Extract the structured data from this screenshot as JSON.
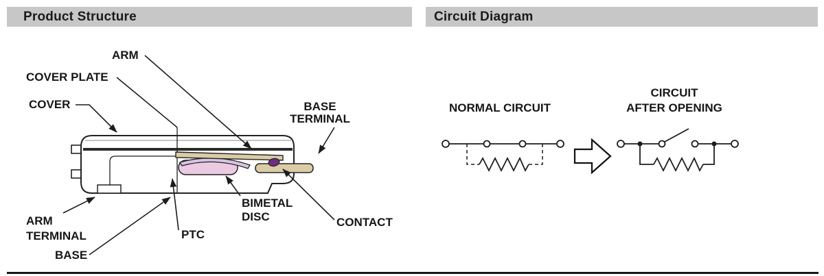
{
  "header": {
    "left_title": "Product Structure",
    "right_title": "Circuit Diagram"
  },
  "product_structure": {
    "labels": {
      "arm": "ARM",
      "cover_plate": "COVER PLATE",
      "cover": "COVER",
      "base_terminal_line1": "BASE",
      "base_terminal_line2": "TERMINAL",
      "arm_terminal_line1": "ARM",
      "arm_terminal_line2": "TERMINAL",
      "bimetal_line1": "BIMETAL",
      "bimetal_line2": "DISC",
      "ptc": "PTC",
      "base": "BASE",
      "contact": "CONTACT"
    },
    "colors": {
      "metal": "#dbcba6",
      "ptc": "#eccae2",
      "bimetal": "#d9c4e2",
      "contact": "#6f2d7f"
    }
  },
  "circuit_diagram": {
    "labels": {
      "normal_circuit": "NORMAL CIRCUIT",
      "after_opening_line1": "CIRCUIT",
      "after_opening_line2": "AFTER OPENING"
    }
  }
}
